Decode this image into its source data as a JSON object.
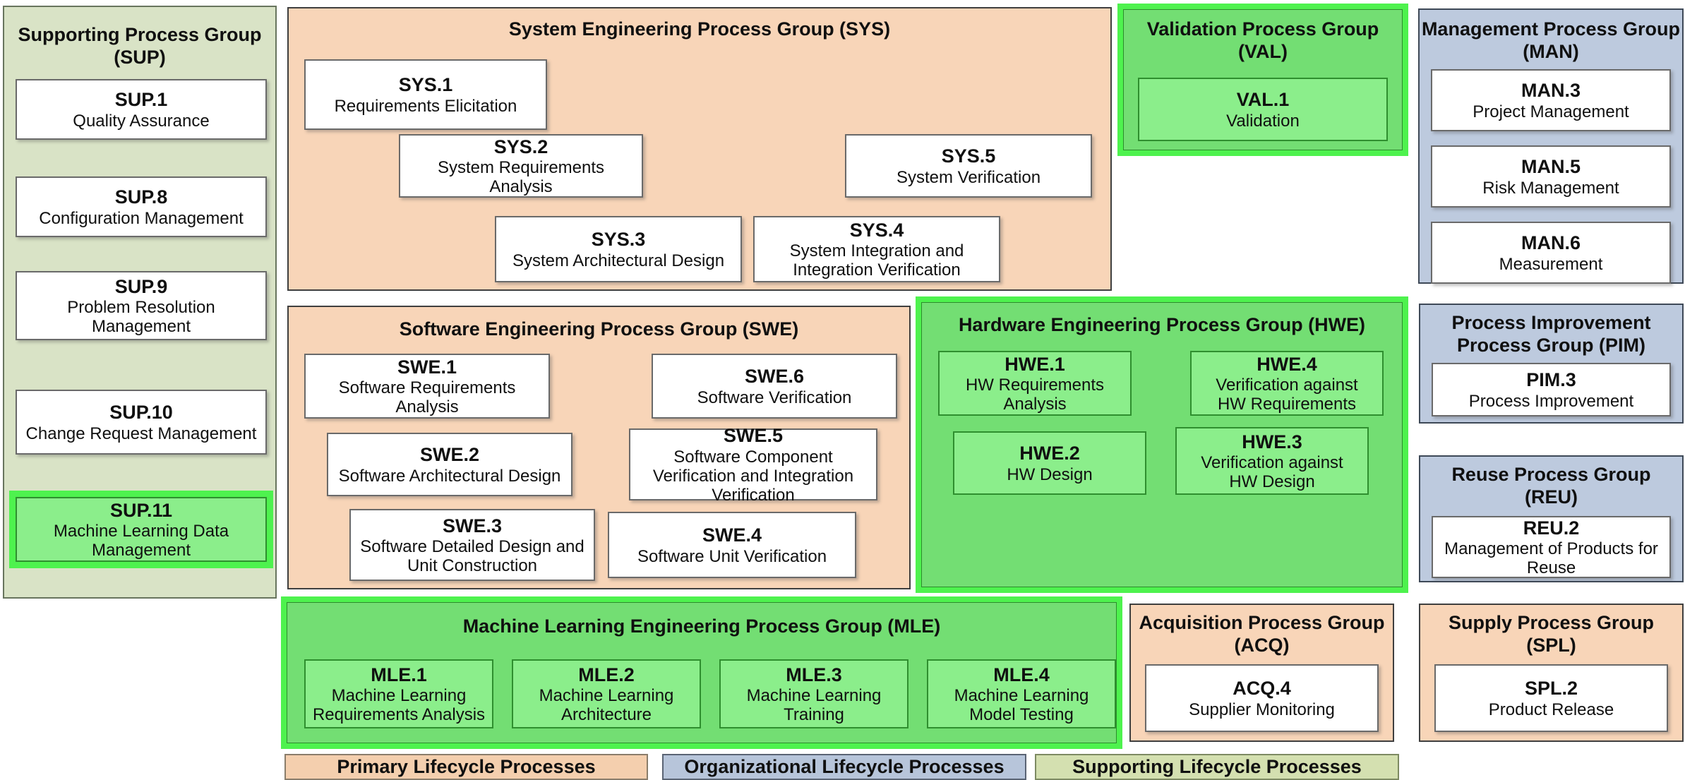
{
  "colors": {
    "primary_lifecycle": "#F8D5B8",
    "organizational_lifecycle": "#BDCADE",
    "supporting_lifecycle": "#D9E3C6",
    "ml_highlight_glow": "#4EF24E",
    "ml_group_fill": "#73DE73",
    "ml_box_fill": "#8BEE8B",
    "box_fill": "#FFFFFF",
    "text": "#101010"
  },
  "groups": {
    "sup": {
      "title_lines": [
        "Supporting Process Group",
        "(SUP)"
      ],
      "items": [
        {
          "code": "SUP.1",
          "name": "Quality Assurance"
        },
        {
          "code": "SUP.8",
          "name": "Configuration Management"
        },
        {
          "code": "SUP.9",
          "name": "Problem Resolution Management"
        },
        {
          "code": "SUP.10",
          "name": "Change Request Management"
        },
        {
          "code": "SUP.11",
          "name": "Machine Learning Data Management"
        }
      ]
    },
    "sys": {
      "title_lines": [
        "System Engineering Process Group (SYS)"
      ],
      "items": [
        {
          "code": "SYS.1",
          "name": "Requirements Elicitation"
        },
        {
          "code": "SYS.2",
          "name": "System Requirements Analysis"
        },
        {
          "code": "SYS.5",
          "name": "System Verification"
        },
        {
          "code": "SYS.3",
          "name": "System Architectural Design"
        },
        {
          "code": "SYS.4",
          "name": "System Integration and Integration Verification"
        }
      ]
    },
    "val": {
      "title_lines": [
        "Validation Process Group",
        "(VAL)"
      ],
      "items": [
        {
          "code": "VAL.1",
          "name": "Validation"
        }
      ]
    },
    "man": {
      "title_lines": [
        "Management Process Group",
        "(MAN)"
      ],
      "items": [
        {
          "code": "MAN.3",
          "name": "Project Management"
        },
        {
          "code": "MAN.5",
          "name": "Risk Management"
        },
        {
          "code": "MAN.6",
          "name": "Measurement"
        }
      ]
    },
    "swe": {
      "title_lines": [
        "Software Engineering Process Group (SWE)"
      ],
      "items": [
        {
          "code": "SWE.1",
          "name": "Software Requirements Analysis"
        },
        {
          "code": "SWE.6",
          "name": "Software Verification"
        },
        {
          "code": "SWE.2",
          "name": "Software Architectural Design"
        },
        {
          "code": "SWE.5",
          "name": "Software Component Verification and Integration Verification"
        },
        {
          "code": "SWE.3",
          "name": "Software Detailed Design and Unit Construction"
        },
        {
          "code": "SWE.4",
          "name": "Software Unit Verification"
        }
      ]
    },
    "hwe": {
      "title_lines": [
        "Hardware Engineering Process Group (HWE)"
      ],
      "items": [
        {
          "code": "HWE.1",
          "name": "HW Requirements Analysis"
        },
        {
          "code": "HWE.4",
          "name": "Verification against HW Requirements"
        },
        {
          "code": "HWE.2",
          "name": "HW Design"
        },
        {
          "code": "HWE.3",
          "name": "Verification against HW Design"
        }
      ]
    },
    "pim": {
      "title_lines": [
        "Process Improvement",
        "Process Group (PIM)"
      ],
      "items": [
        {
          "code": "PIM.3",
          "name": "Process Improvement"
        }
      ]
    },
    "reu": {
      "title_lines": [
        "Reuse Process Group",
        "(REU)"
      ],
      "items": [
        {
          "code": "REU.2",
          "name": "Management of Products for Reuse"
        }
      ]
    },
    "mle": {
      "title_lines": [
        "Machine Learning Engineering Process Group (MLE)"
      ],
      "items": [
        {
          "code": "MLE.1",
          "name": "Machine Learning Requirements Analysis"
        },
        {
          "code": "MLE.2",
          "name": "Machine Learning Architecture"
        },
        {
          "code": "MLE.3",
          "name": "Machine Learning Training"
        },
        {
          "code": "MLE.4",
          "name": "Machine Learning Model Testing"
        }
      ]
    },
    "acq": {
      "title_lines": [
        "Acquisition Process Group",
        "(ACQ)"
      ],
      "items": [
        {
          "code": "ACQ.4",
          "name": "Supplier Monitoring"
        }
      ]
    },
    "spl": {
      "title_lines": [
        "Supply Process Group",
        "(SPL)"
      ],
      "items": [
        {
          "code": "SPL.2",
          "name": "Product Release"
        }
      ]
    }
  },
  "legend": [
    {
      "label": "Primary Lifecycle Processes"
    },
    {
      "label": "Organizational Lifecycle Processes"
    },
    {
      "label": "Supporting Lifecycle Processes"
    }
  ]
}
